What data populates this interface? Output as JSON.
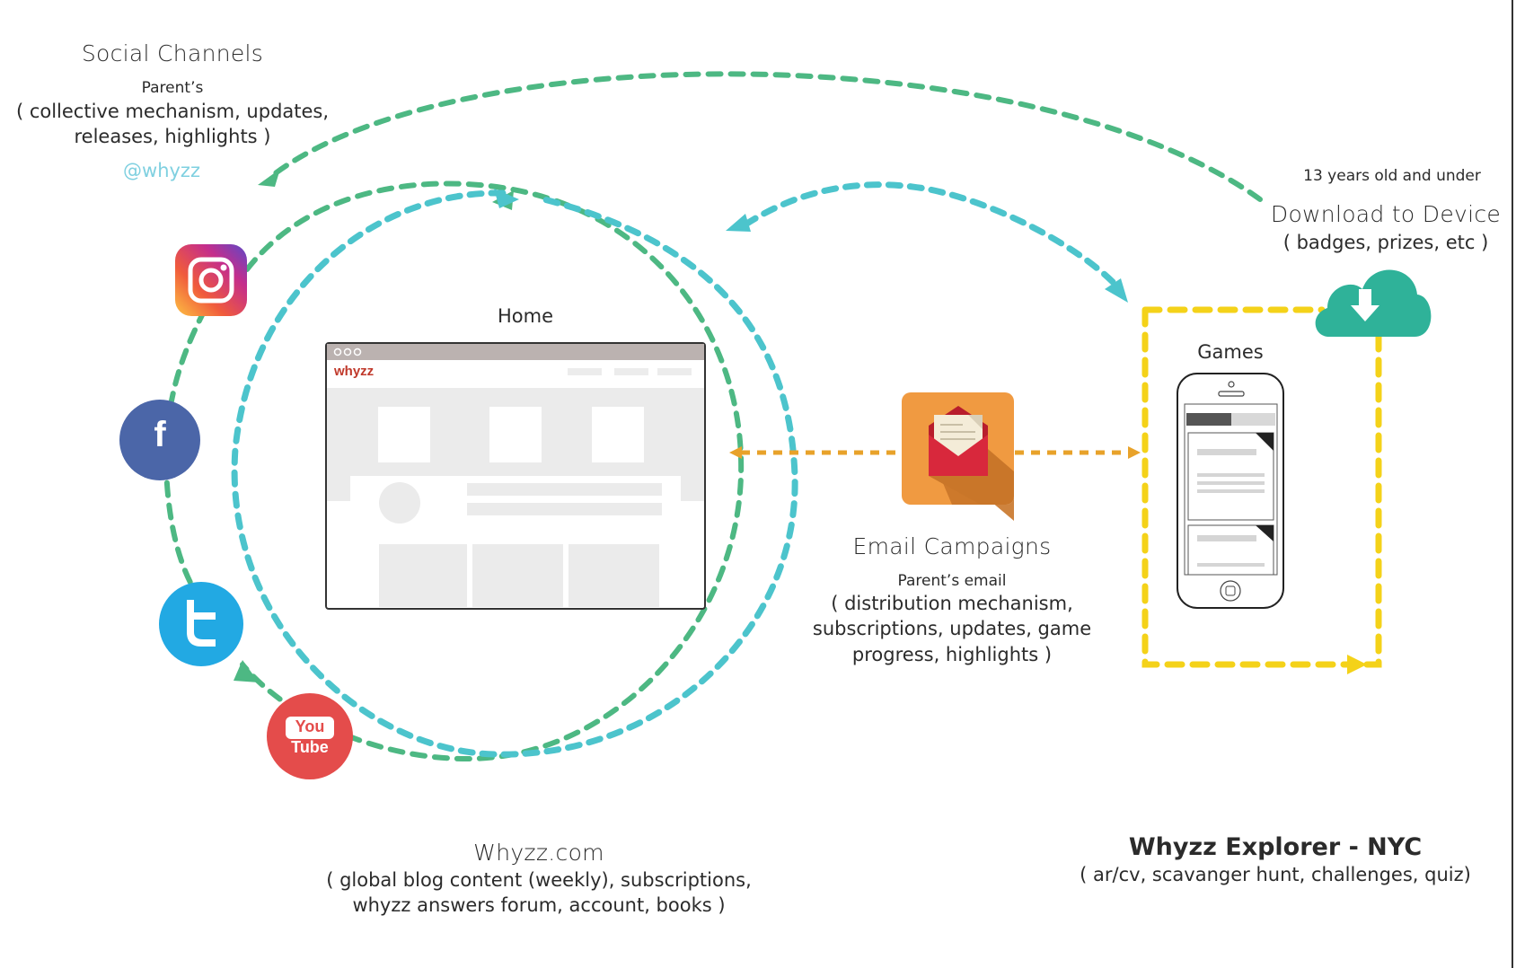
{
  "social": {
    "title": "Social Channels",
    "subtitle": "Parent’s",
    "desc_line1": "( collective mechanism, updates,",
    "desc_line2": "releases, highlights )",
    "handle": "@whyzz"
  },
  "home": {
    "label": "Home",
    "logo": "whyzz"
  },
  "website": {
    "title": "Whyzz.com",
    "desc_line1": "( global blog content (weekly), subscriptions,",
    "desc_line2": "whyzz answers forum, account, books )"
  },
  "email": {
    "title": "Email Campaigns",
    "subtitle": "Parent’s email",
    "desc_line1": "( distribution mechanism,",
    "desc_line2": "subscriptions, updates, game",
    "desc_line3": "progress, highlights )"
  },
  "download": {
    "note": "13 years old and under",
    "title": "Download to Device",
    "desc": "( badges, prizes, etc )"
  },
  "games": {
    "label": "Games"
  },
  "explorer": {
    "title": "Whyzz Explorer - NYC",
    "desc": "( ar/cv, scavanger hunt, challenges, quiz)"
  },
  "icons": {
    "instagram": "instagram-icon",
    "facebook": "facebook-icon",
    "twitter": "twitter-icon",
    "youtube": "youtube-icon",
    "email": "email-envelope-icon",
    "cloud": "cloud-download-icon",
    "phone": "phone-icon",
    "browser": "browser-window-icon"
  },
  "social_icon_text": {
    "facebook": "f",
    "youtube_top": "You",
    "youtube_bottom": "Tube"
  },
  "colors": {
    "green_dash": "#4db883",
    "teal_dash": "#4cc4cc",
    "orange_dash": "#e8a22a",
    "yellow_dash": "#f4d219",
    "handle": "#7fd0e0",
    "facebook": "#4b66a8",
    "twitter": "#22a9e3",
    "youtube": "#e44c4b",
    "email_bg": "#f09a41",
    "cloud": "#2fb299"
  }
}
